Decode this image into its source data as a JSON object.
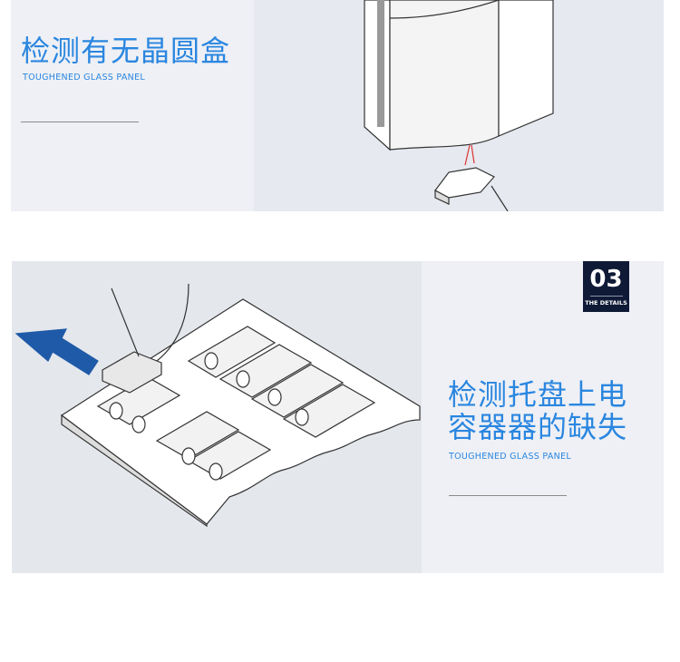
{
  "section1": {
    "title": "检测有无晶圆盒",
    "subtitle": "TOUGHENED GLASS PANEL"
  },
  "section2": {
    "badge_number": "03",
    "badge_label": "THE DETAILS",
    "title_line1": "检测托盘上电",
    "title_line2": "容器器的缺失",
    "subtitle": "TOUGHENED GLASS PANEL"
  },
  "colors": {
    "accent": "#2a86e0",
    "badge_bg": "#0f1a36",
    "arrow": "#1f5aa8"
  }
}
